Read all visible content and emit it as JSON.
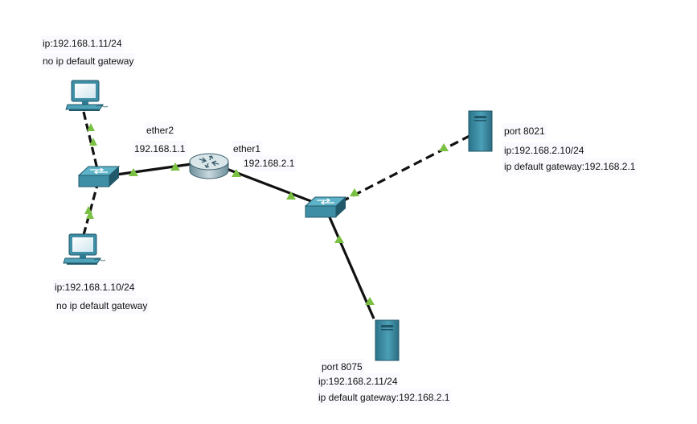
{
  "colors": {
    "background": "#ffffff",
    "link": "#111111",
    "link_status_up": "#7ac143",
    "device_teal": "#3e8ea5",
    "device_dark": "#22596a",
    "label_bg": "#fafafe"
  },
  "devices": {
    "pc_top": {
      "icon": "desktop-pc-icon"
    },
    "pc_bottom": {
      "icon": "desktop-pc-icon"
    },
    "switch_left": {
      "icon": "switch-icon"
    },
    "switch_right": {
      "icon": "switch-icon"
    },
    "router": {
      "icon": "router-icon"
    },
    "server_top": {
      "icon": "server-icon"
    },
    "server_bottom": {
      "icon": "server-icon"
    }
  },
  "labels": {
    "pc_top_ip": "ip:192.168.1.11/24",
    "pc_top_gw": "no ip default gateway",
    "pc_bottom_ip": "ip:192.168.1.10/24",
    "pc_bottom_gw": "no ip default gateway",
    "router_ether2": "ether2",
    "router_ether2_ip": "192.168.1.1",
    "router_ether1": "ether1",
    "router_ether1_ip": "192.168.2.1",
    "server_top_port": "port 8021",
    "server_top_ip": "ip:192.168.2.10/24",
    "server_top_gw": "ip default gateway:192.168.2.1",
    "server_bottom_port": "port 8075",
    "server_bottom_ip": "ip:192.168.2.11/24",
    "server_bottom_gw": "ip default gateway:192.168.2.1"
  }
}
